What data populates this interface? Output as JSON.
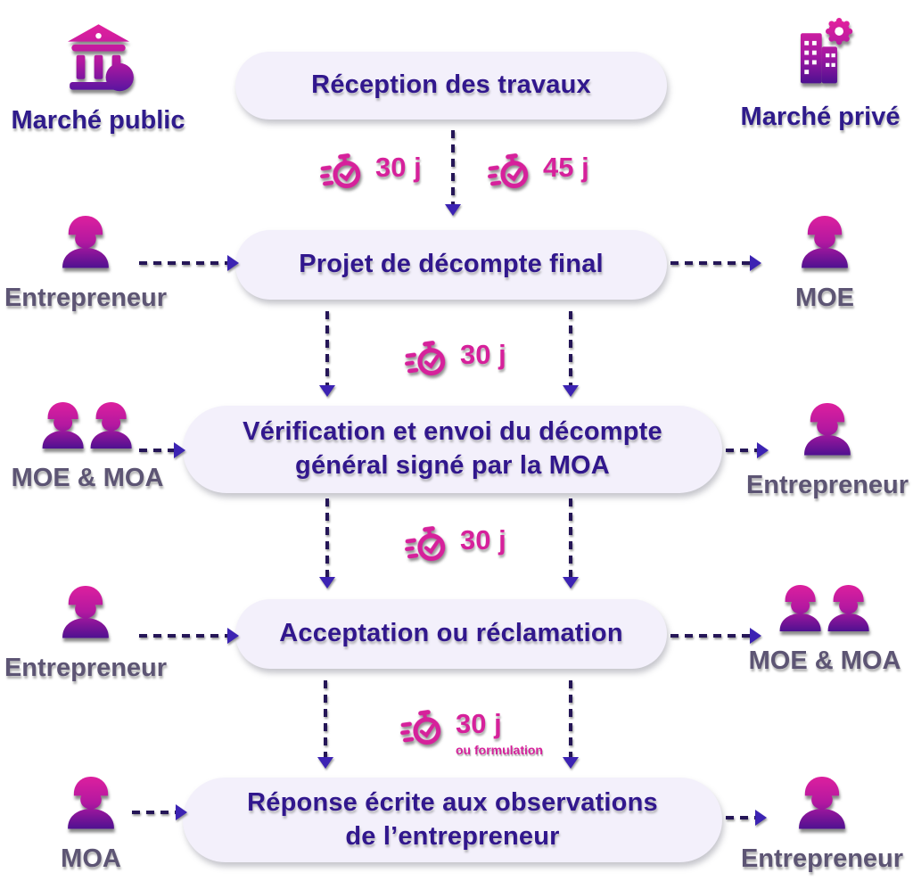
{
  "palette": {
    "pill_bg": "#f3f0fb",
    "title_indigo": "#31178d",
    "market_label_indigo": "#2f1b8c",
    "role_label_muted": "#5d5574",
    "timer_pink": "#d6219b",
    "icon_gradient_top": "#e0209e",
    "icon_gradient_bottom": "#47108f",
    "arrow_dash": "#251657",
    "arrow_head": "#3c23b3"
  },
  "corners": {
    "market_public": {
      "label": "Marché public",
      "icon": "bank-icon"
    },
    "market_private": {
      "label": "Marché privé",
      "icon": "building-gear-icon"
    }
  },
  "steps": [
    {
      "title": "Réception des travaux"
    },
    {
      "title": "Projet de décompte final"
    },
    {
      "title": "Vérification et envoi du décompte\ngénéral signé par la MOA"
    },
    {
      "title": "Acceptation ou réclamation"
    },
    {
      "title": "Réponse écrite aux observations\nde l’entrepreneur"
    }
  ],
  "actors": {
    "step2_left": "Entrepreneur",
    "step2_right": "MOE",
    "step3_left": "MOE & MOA",
    "step3_right": "Entrepreneur",
    "step4_left": "Entrepreneur",
    "step4_right": "MOE & MOA",
    "step5_left": "MOA",
    "step5_right": "Entrepreneur"
  },
  "timers": {
    "t_public": "30 j",
    "t_private": "45 j",
    "t_verification": "30 j",
    "t_acceptation": "30 j",
    "t_reponse": "30 j",
    "t_reponse_note": "ou formulation"
  }
}
